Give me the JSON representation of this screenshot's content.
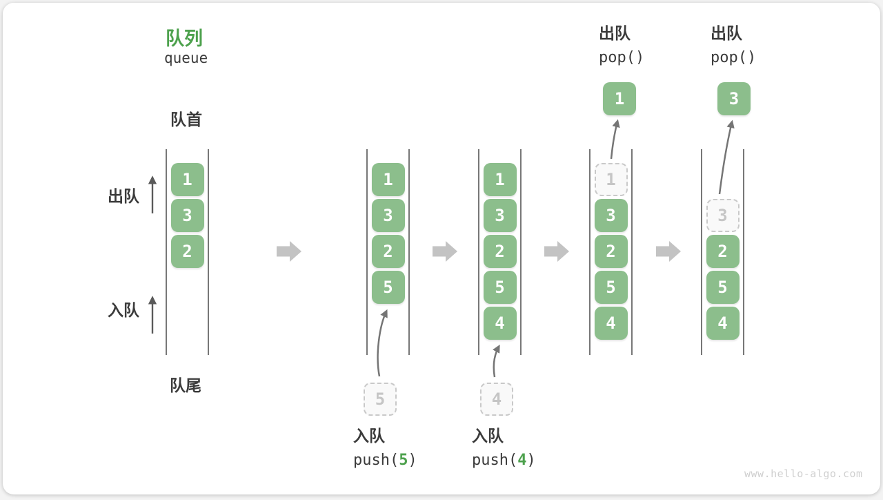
{
  "title": {
    "zh": "队列",
    "en": "queue"
  },
  "side_labels": {
    "front": "队首",
    "rear": "队尾",
    "dequeue": "出队",
    "enqueue": "入队"
  },
  "ops": {
    "dequeue1": {
      "zh": "出队",
      "fn": "pop()"
    },
    "dequeue2": {
      "zh": "出队",
      "fn": "pop()"
    },
    "enqueue1": {
      "zh": "入队",
      "fn_open": "push(",
      "arg": "5",
      "fn_close": ")"
    },
    "enqueue2": {
      "zh": "入队",
      "fn_open": "push(",
      "arg": "4",
      "fn_close": ")"
    }
  },
  "states": [
    {
      "name": "state-1",
      "items": [
        {
          "row": 0,
          "value": "1",
          "kind": "solid"
        },
        {
          "row": 1,
          "value": "3",
          "kind": "solid"
        },
        {
          "row": 2,
          "value": "2",
          "kind": "solid"
        }
      ]
    },
    {
      "name": "state-2-after-push-5",
      "items": [
        {
          "row": 0,
          "value": "1",
          "kind": "solid"
        },
        {
          "row": 1,
          "value": "3",
          "kind": "solid"
        },
        {
          "row": 2,
          "value": "2",
          "kind": "solid"
        },
        {
          "row": 3,
          "value": "5",
          "kind": "solid"
        }
      ],
      "pending": "5"
    },
    {
      "name": "state-3-after-push-4",
      "items": [
        {
          "row": 0,
          "value": "1",
          "kind": "solid"
        },
        {
          "row": 1,
          "value": "3",
          "kind": "solid"
        },
        {
          "row": 2,
          "value": "2",
          "kind": "solid"
        },
        {
          "row": 3,
          "value": "5",
          "kind": "solid"
        },
        {
          "row": 4,
          "value": "4",
          "kind": "solid"
        }
      ],
      "pending": "4"
    },
    {
      "name": "state-4-after-pop-1",
      "items": [
        {
          "row": 0,
          "value": "1",
          "kind": "dashed"
        },
        {
          "row": 1,
          "value": "3",
          "kind": "solid"
        },
        {
          "row": 2,
          "value": "2",
          "kind": "solid"
        },
        {
          "row": 3,
          "value": "5",
          "kind": "solid"
        },
        {
          "row": 4,
          "value": "4",
          "kind": "solid"
        }
      ],
      "popped": "1"
    },
    {
      "name": "state-5-after-pop-3",
      "items": [
        {
          "row": 1,
          "value": "3",
          "kind": "dashed"
        },
        {
          "row": 2,
          "value": "2",
          "kind": "solid"
        },
        {
          "row": 3,
          "value": "5",
          "kind": "solid"
        },
        {
          "row": 4,
          "value": "4",
          "kind": "solid"
        }
      ],
      "popped": "3"
    }
  ],
  "watermark": "www.hello-algo.com",
  "colors": {
    "box_green": "#8CBE8C",
    "accent_green": "#4DA14D",
    "text_dark": "#3b3b3b",
    "column_line": "#4a4a4a",
    "block_arrow": "#c3c3c3",
    "curve_arrow": "#757575",
    "side_arrow": "#5a5a5a",
    "dashed_border": "#c9c9c9",
    "dashed_text": "#c5c5c5",
    "watermark_gray": "#cfcfcf"
  }
}
